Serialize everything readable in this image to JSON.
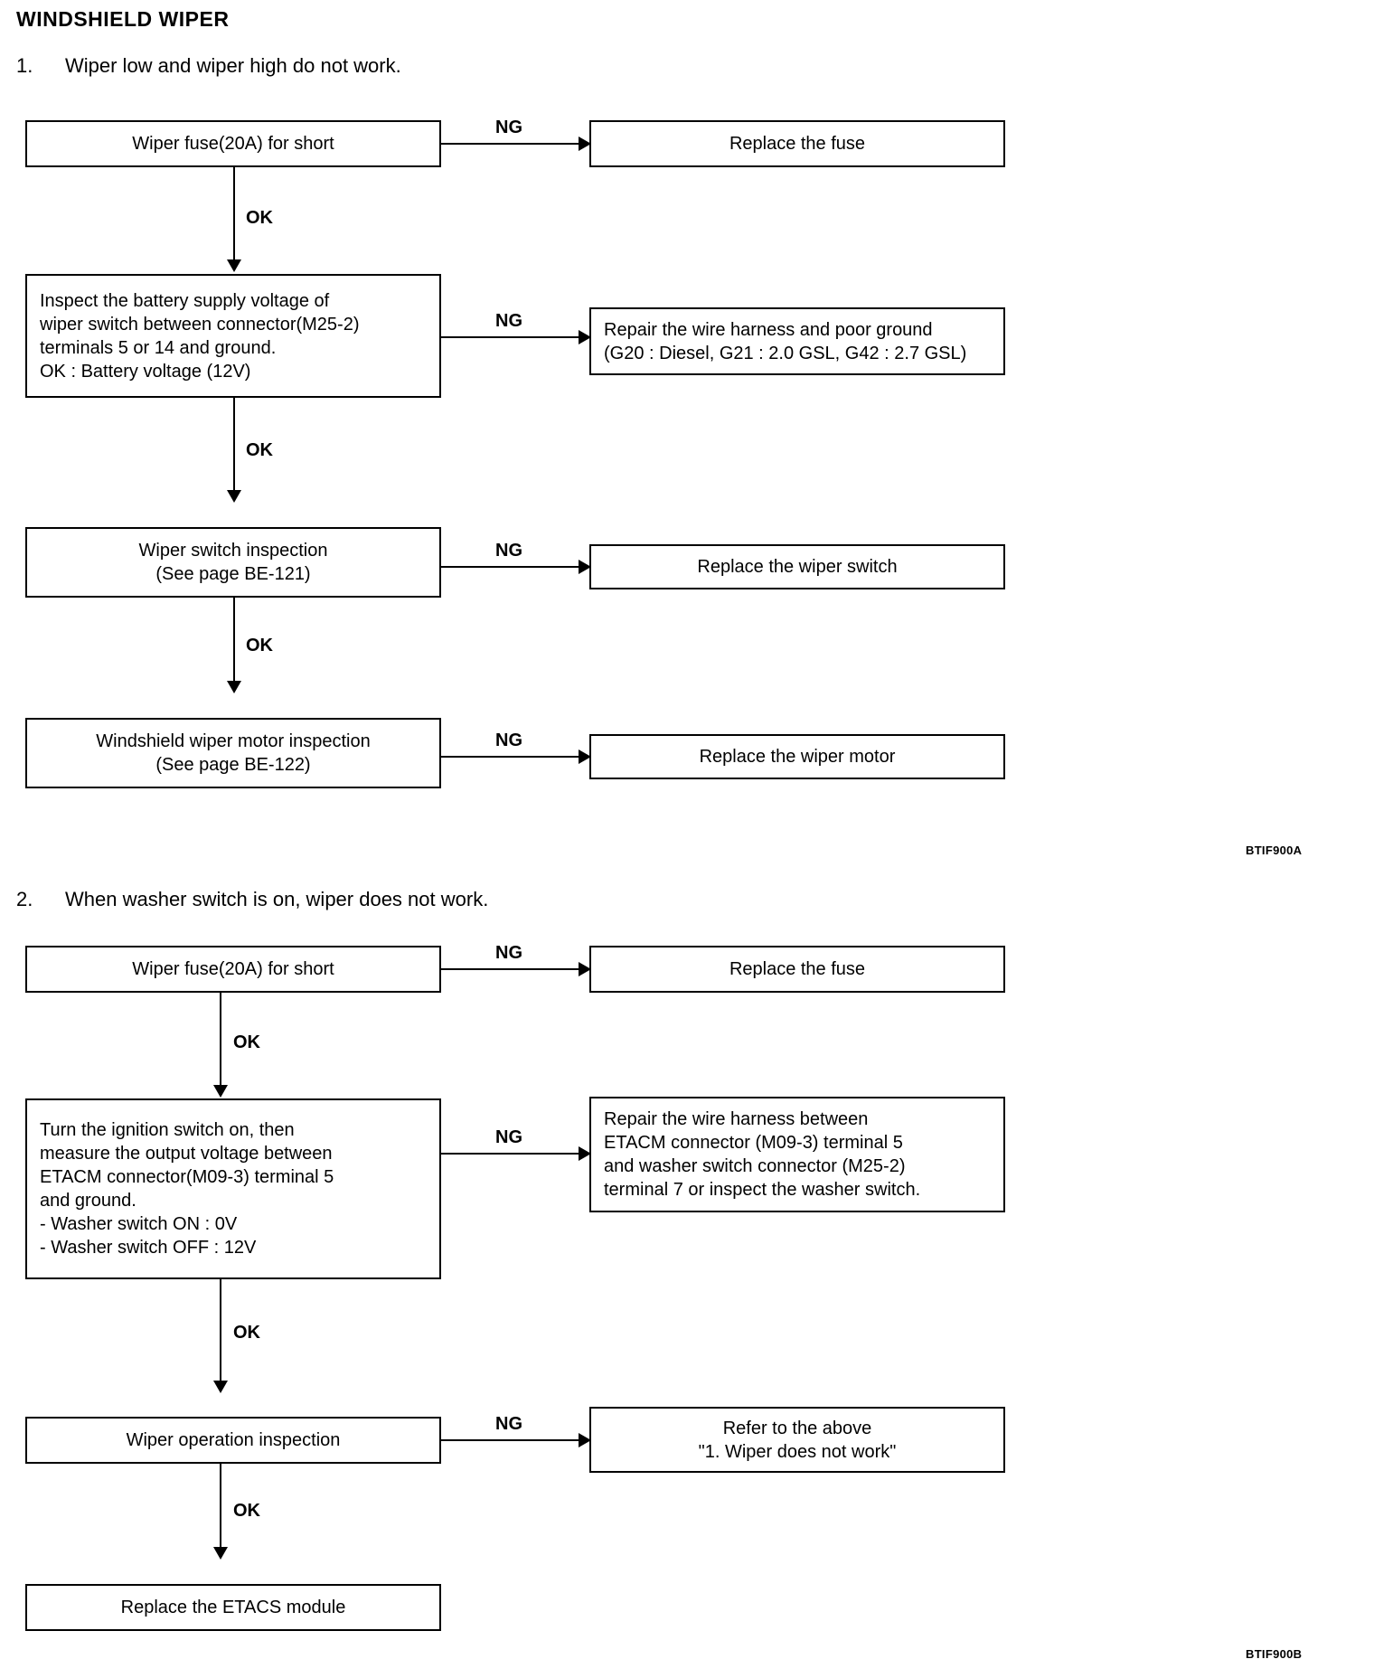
{
  "document": {
    "title": "WINDSHIELD WIPER"
  },
  "sections": [
    {
      "number": "1.",
      "heading": "Wiper low and wiper high do not work.",
      "fig_code": "BTIF900A",
      "steps": [
        {
          "id": "s1-step1",
          "text": "Wiper fuse(20A) for short",
          "ok_label": "OK",
          "ng_label": "NG",
          "ng_result": "Replace the fuse"
        },
        {
          "id": "s1-step2",
          "line1": "Inspect the battery supply voltage of",
          "line2": "wiper switch between connector(M25-2)",
          "line3": "terminals 5 or 14 and ground.",
          "line4": "OK : Battery voltage (12V)",
          "ok_label": "OK",
          "ng_label": "NG",
          "ng_line1": "Repair the wire harness and poor ground",
          "ng_line2": "(G20 : Diesel, G21 : 2.0 GSL, G42 : 2.7 GSL)"
        },
        {
          "id": "s1-step3",
          "line1": "Wiper switch inspection",
          "line2": "(See page BE-121)",
          "ok_label": "OK",
          "ng_label": "NG",
          "ng_result": "Replace the wiper switch"
        },
        {
          "id": "s1-step4",
          "line1": "Windshield wiper motor inspection",
          "line2": "(See page BE-122)",
          "ng_label": "NG",
          "ng_result": "Replace the wiper motor"
        }
      ]
    },
    {
      "number": "2.",
      "heading": "When washer switch is on, wiper does not work.",
      "fig_code": "BTIF900B",
      "steps": [
        {
          "id": "s2-step1",
          "text": "Wiper fuse(20A) for short",
          "ok_label": "OK",
          "ng_label": "NG",
          "ng_result": "Replace the fuse"
        },
        {
          "id": "s2-step2",
          "line1": "Turn the ignition switch on, then",
          "line2": "measure the output voltage between",
          "line3": "ETACM connector(M09-3) terminal 5",
          "line4": "and ground.",
          "line5": "- Washer switch ON : 0V",
          "line6": "- Washer switch OFF : 12V",
          "ok_label": "OK",
          "ng_label": "NG",
          "ng_line1": "Repair the wire harness between",
          "ng_line2": "ETACM connector (M09-3) terminal 5",
          "ng_line3": "and washer switch connector (M25-2)",
          "ng_line4": "terminal 7 or inspect the washer switch."
        },
        {
          "id": "s2-step3",
          "text": "Wiper operation inspection",
          "ok_label": "OK",
          "ng_label": "NG",
          "ng_line1": "Refer to the above",
          "ng_line2": "\"1. Wiper does not work\""
        },
        {
          "id": "s2-step4",
          "text": "Replace the ETACS module"
        }
      ]
    }
  ]
}
